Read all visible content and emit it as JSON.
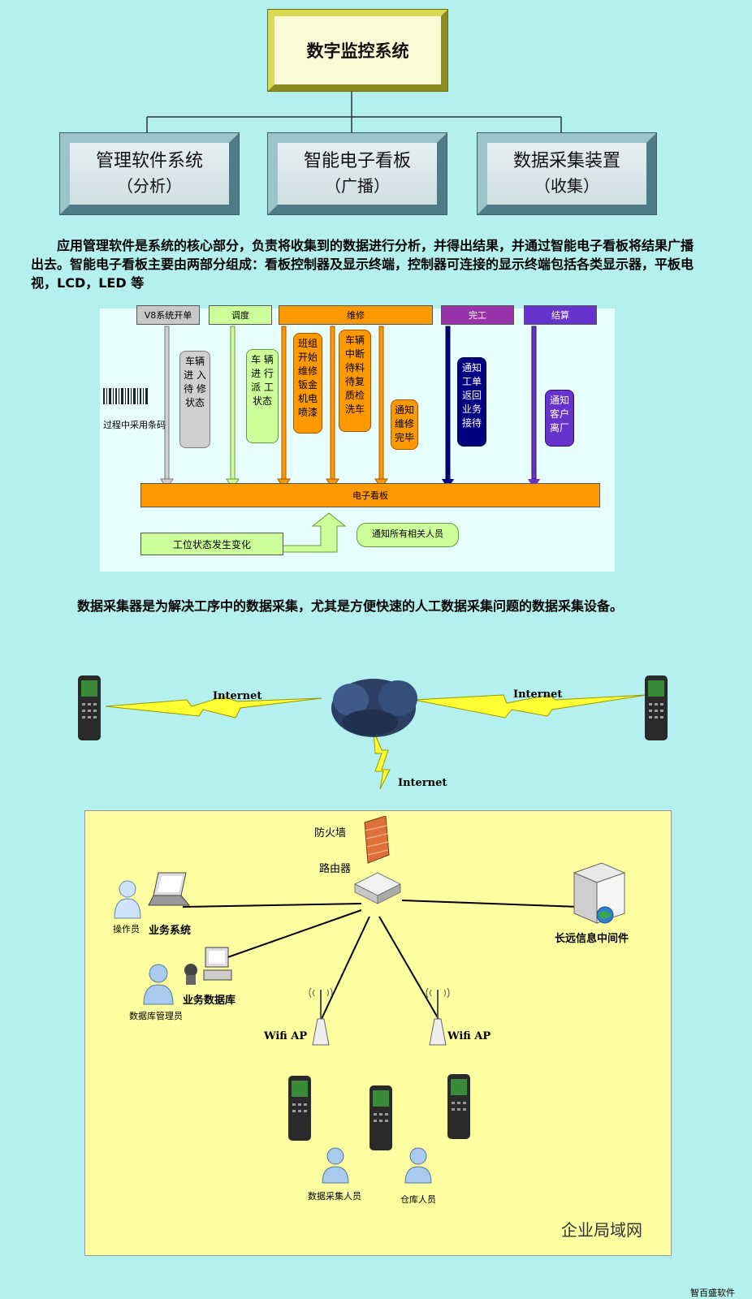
{
  "top": {
    "title": "数字监控系统",
    "boxes": [
      {
        "line1": "管理软件系统",
        "line2": "（分析）"
      },
      {
        "line1": "智能电子看板",
        "line2": "（广播）"
      },
      {
        "line1": "数据采集装置",
        "line2": "（收集）"
      }
    ]
  },
  "desc1": "应用管理软件是系统的核心部分，负责将收集到的数据进行分析，并得出结果，并通过智能电子看板将结果广播出去。智能电子看板主要由两部分组成：看板控制器及显示终端，控制器可连接的显示终端包括各类显示器，平板电视，LCD，LED 等",
  "flow": {
    "headers": [
      "V8系统开单",
      "调度",
      "维修",
      "完工",
      "结算"
    ],
    "barcode_label": "过程中采用条码",
    "callouts": [
      "车辆\n进 入\n待 修\n状态",
      "车 辆\n进 行\n派 工\n状态",
      "班组\n开始\n维修\n钣金\n机电\n喷漆",
      "车辆\n中断\n待料\n待复\n质检\n洗车",
      "通知\n维修\n完毕",
      "通知\n工单\n返回\n业务\n接待",
      "通知\n客户\n离厂"
    ],
    "board": "电子看板",
    "station_change": "工位状态发生变化",
    "notify_all": "通知所有相关人员",
    "colors": {
      "gray": "#c8c8c8",
      "green": "#ccff99",
      "orange": "#ff9900",
      "navy": "#000080",
      "purple": "#6633cc"
    }
  },
  "desc2": "数据采集器是为解决工序中的数据采集，尤其是方便快速的人工数据采集问题的数据采集设备。",
  "network": {
    "internet_left": "Internet",
    "internet_right": "Internet",
    "internet_down": "Internet",
    "firewall": "防火墙",
    "router": "路由器",
    "operator": "操作员",
    "business_system": "业务系统",
    "dba": "数据库管理员",
    "business_db": "业务数据库",
    "middleware": "长远信息中间件",
    "wifi_left": "Wifi AP",
    "wifi_right": "Wifi AP",
    "collector": "数据采集人员",
    "warehouse": "仓库人员",
    "lan": "企业局域网"
  },
  "footer": "智百盛软件"
}
